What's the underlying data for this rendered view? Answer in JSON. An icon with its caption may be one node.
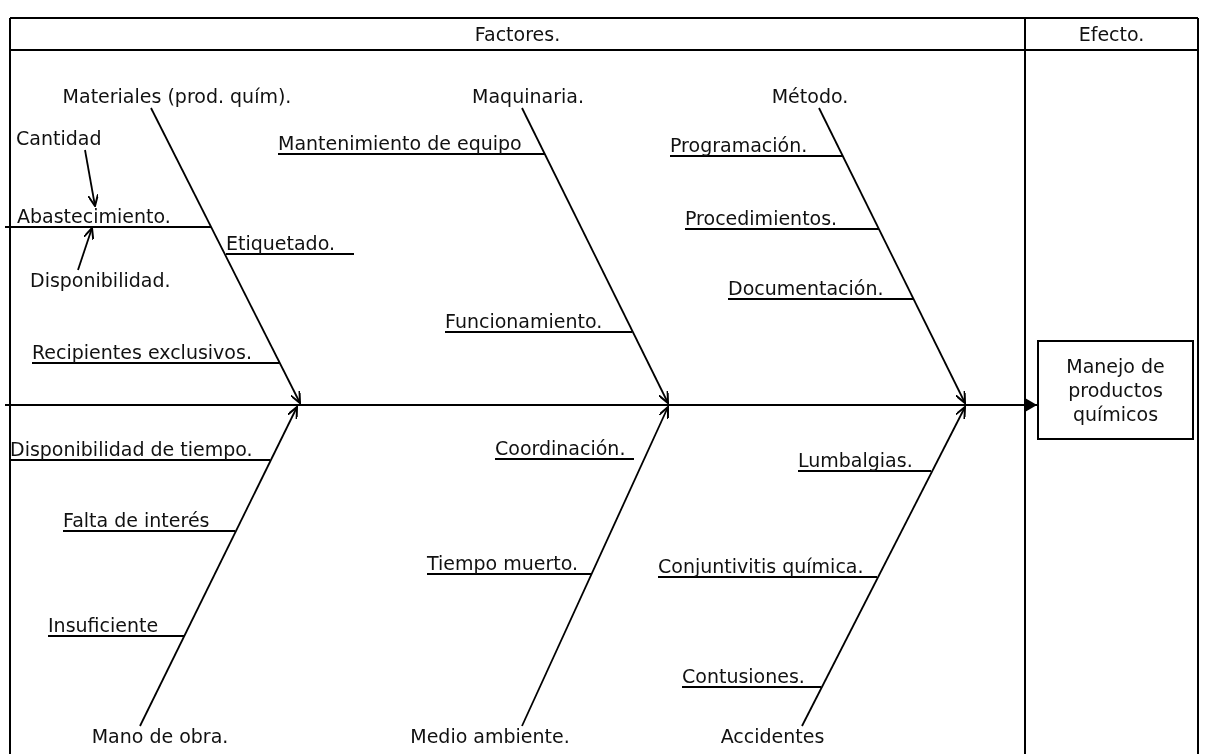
{
  "diagram": {
    "nodes": [
      {
        "text": [
          "Materiales (prod. quím)."
        ]
      },
      {
        "text": [
          "Maquinaria."
        ]
      },
      {
        "text": [
          "Método."
        ]
      },
      {
        "text": [
          "Cantidad"
        ]
      },
      {
        "text": [
          "Mantenimiento de equipo"
        ]
      },
      {
        "text": [
          "Programación."
        ]
      },
      {
        "text": [
          "Abastecimiento."
        ]
      },
      {
        "text": [
          "Procedimientos."
        ]
      },
      {
        "text": [
          "Etiquetado."
        ]
      },
      {
        "text": [
          "Disponibilidad."
        ]
      },
      {
        "text": [
          "Documentación."
        ]
      },
      {
        "text": [
          "Funcionamiento."
        ]
      },
      {
        "text": [
          "Recipientes exclusivos."
        ]
      },
      {
        "text": [
          "Manejo de productos químicos"
        ]
      },
      {
        "text": [
          "Disponibilidad de tiempo."
        ]
      },
      {
        "text": [
          "Coordinación."
        ]
      },
      {
        "text": [
          "Lumbalgias."
        ]
      },
      {
        "text": [
          "Falta de interés"
        ]
      },
      {
        "text": [
          "Tiempo muerto."
        ]
      },
      {
        "text": [
          "Conjuntivitis química."
        ]
      },
      {
        "text": [
          "Insuficiente"
        ]
      },
      {
        "text": [
          "Contusiones."
        ]
      },
      {
        "text": [
          "Mano de obra."
        ]
      },
      {
        "text": [
          "Medio ambiente."
        ]
      },
      {
        "text": [
          "Accidentes"
        ]
      }
    ],
    "edges": [
      {
        "from": 0,
        "to": null,
        "arrow": "to"
      },
      {
        "from": 1,
        "to": null,
        "arrow": "to"
      },
      {
        "from": 2,
        "to": null,
        "arrow": "to"
      },
      {
        "from": 3,
        "to": 6,
        "arrow": "to"
      },
      {
        "from": 9,
        "to": 6,
        "arrow": "to"
      },
      {
        "from": 22,
        "to": null,
        "arrow": "to"
      },
      {
        "from": 23,
        "to": null,
        "arrow": "to"
      },
      {
        "from": 24,
        "to": null,
        "arrow": "to"
      },
      {
        "from": null,
        "to": 13,
        "arrow": "to"
      }
    ],
    "labels": [
      "Factores.",
      "Efecto."
    ]
  }
}
